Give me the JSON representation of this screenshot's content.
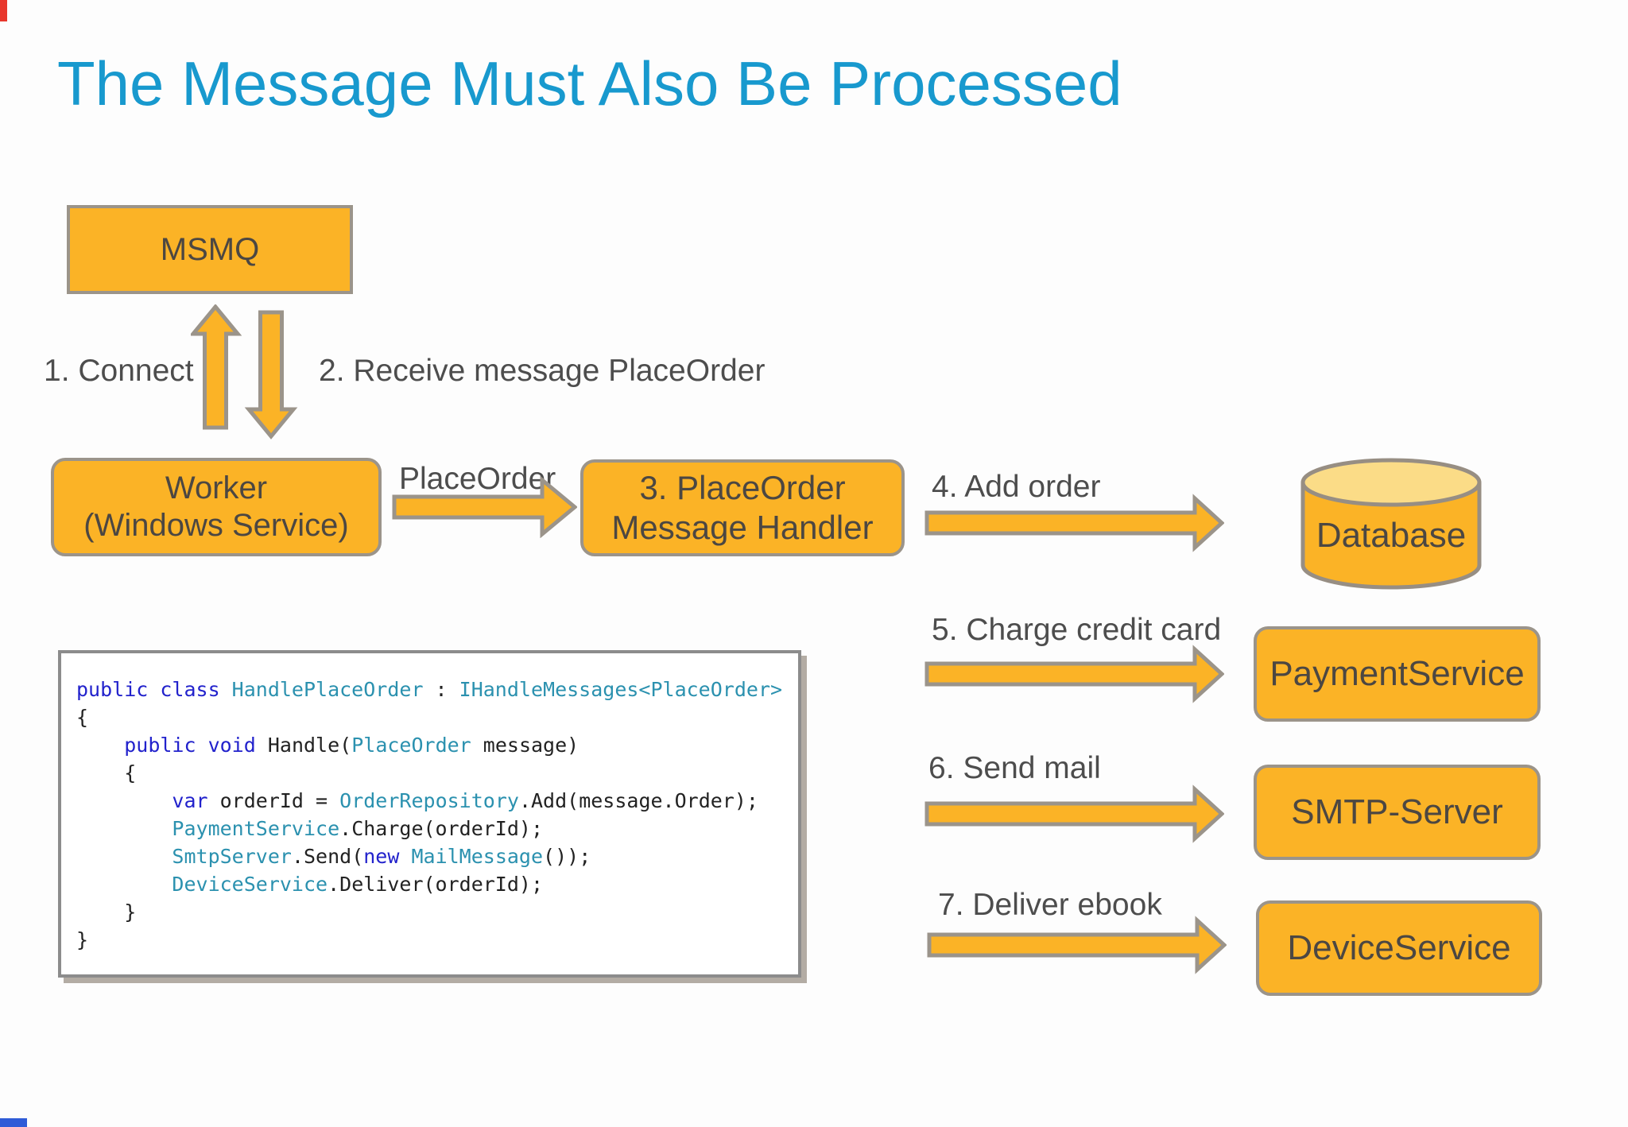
{
  "title": "The Message Must Also Be Processed",
  "colors": {
    "title_blue": "#1899CE",
    "node_orange": "#FBB326",
    "cylinder_top": "#FBDC87",
    "border_gray": "#9B948A",
    "label_gray": "#4D4D4D",
    "box_text": "#4C4742",
    "code_keyword": "#2222CC",
    "code_type": "#2B91AF",
    "code_plain": "#222222"
  },
  "nodes": {
    "msmq": {
      "label": "MSMQ"
    },
    "worker": {
      "line1": "Worker",
      "line2": "(Windows Service)"
    },
    "handler": {
      "line1": "3. PlaceOrder",
      "line2": "Message Handler"
    },
    "database": {
      "label": "Database"
    },
    "payment": {
      "label": "PaymentService"
    },
    "smtp": {
      "label": "SMTP-Server"
    },
    "device": {
      "label": "DeviceService"
    }
  },
  "edges": {
    "connect": {
      "label": "1. Connect"
    },
    "receive": {
      "label": "2. Receive message PlaceOrder"
    },
    "place_order": {
      "label": "PlaceOrder"
    },
    "add_order": {
      "label": "4. Add order"
    },
    "charge": {
      "label": "5. Charge credit card"
    },
    "send_mail": {
      "label": "6. Send mail"
    },
    "deliver": {
      "label": "7. Deliver ebook"
    }
  },
  "code": {
    "lines": [
      [
        {
          "t": "public class ",
          "c": "kw"
        },
        {
          "t": "HandlePlaceOrder",
          "c": "type"
        },
        {
          "t": " : ",
          "c": "plain"
        },
        {
          "t": "IHandleMessages<PlaceOrder>",
          "c": "type"
        }
      ],
      [
        {
          "t": "{",
          "c": "plain"
        }
      ],
      [
        {
          "t": "    ",
          "c": "plain"
        },
        {
          "t": "public void",
          "c": "kw"
        },
        {
          "t": " Handle(",
          "c": "plain"
        },
        {
          "t": "PlaceOrder",
          "c": "type"
        },
        {
          "t": " message)",
          "c": "plain"
        }
      ],
      [
        {
          "t": "    {",
          "c": "plain"
        }
      ],
      [
        {
          "t": "        ",
          "c": "plain"
        },
        {
          "t": "var",
          "c": "kw"
        },
        {
          "t": " orderId = ",
          "c": "plain"
        },
        {
          "t": "OrderRepository",
          "c": "type"
        },
        {
          "t": ".Add(message.Order);",
          "c": "plain"
        }
      ],
      [
        {
          "t": "        ",
          "c": "plain"
        },
        {
          "t": "PaymentService",
          "c": "type"
        },
        {
          "t": ".Charge(orderId);",
          "c": "plain"
        }
      ],
      [
        {
          "t": "        ",
          "c": "plain"
        },
        {
          "t": "SmtpServer",
          "c": "type"
        },
        {
          "t": ".Send(",
          "c": "plain"
        },
        {
          "t": "new",
          "c": "kw"
        },
        {
          "t": " ",
          "c": "plain"
        },
        {
          "t": "MailMessage",
          "c": "type"
        },
        {
          "t": "());",
          "c": "plain"
        }
      ],
      [
        {
          "t": "        ",
          "c": "plain"
        },
        {
          "t": "DeviceService",
          "c": "type"
        },
        {
          "t": ".Deliver(orderId);",
          "c": "plain"
        }
      ],
      [
        {
          "t": "    }",
          "c": "plain"
        }
      ],
      [
        {
          "t": "}",
          "c": "plain"
        }
      ]
    ]
  }
}
